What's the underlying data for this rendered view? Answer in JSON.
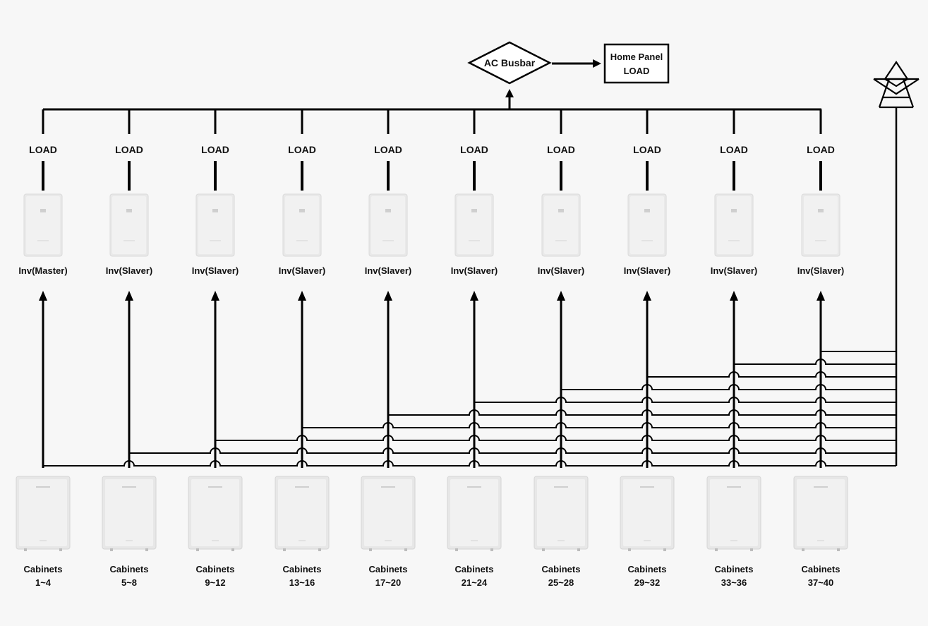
{
  "busbar": {
    "label": "AC Busbar"
  },
  "home_panel": {
    "line1": "Home Panel",
    "line2": "LOAD"
  },
  "load_label": "LOAD",
  "inverters": [
    {
      "label": "Inv(Master)"
    },
    {
      "label": "Inv(Slaver)"
    },
    {
      "label": "Inv(Slaver)"
    },
    {
      "label": "Inv(Slaver)"
    },
    {
      "label": "Inv(Slaver)"
    },
    {
      "label": "Inv(Slaver)"
    },
    {
      "label": "Inv(Slaver)"
    },
    {
      "label": "Inv(Slaver)"
    },
    {
      "label": "Inv(Slaver)"
    },
    {
      "label": "Inv(Slaver)"
    }
  ],
  "cabinets": [
    {
      "line1": "Cabinets",
      "line2": "1~4"
    },
    {
      "line1": "Cabinets",
      "line2": "5~8"
    },
    {
      "line1": "Cabinets",
      "line2": "9~12"
    },
    {
      "line1": "Cabinets",
      "line2": "13~16"
    },
    {
      "line1": "Cabinets",
      "line2": "17~20"
    },
    {
      "line1": "Cabinets",
      "line2": "21~24"
    },
    {
      "line1": "Cabinets",
      "line2": "25~28"
    },
    {
      "line1": "Cabinets",
      "line2": "29~32"
    },
    {
      "line1": "Cabinets",
      "line2": "33~36"
    },
    {
      "line1": "Cabinets",
      "line2": "37~40"
    }
  ],
  "icons": {
    "grid": "transmission-tower-icon"
  },
  "colors": {
    "line": "#000000",
    "device_body": "#e8e8e8",
    "background": "#f7f7f7"
  }
}
